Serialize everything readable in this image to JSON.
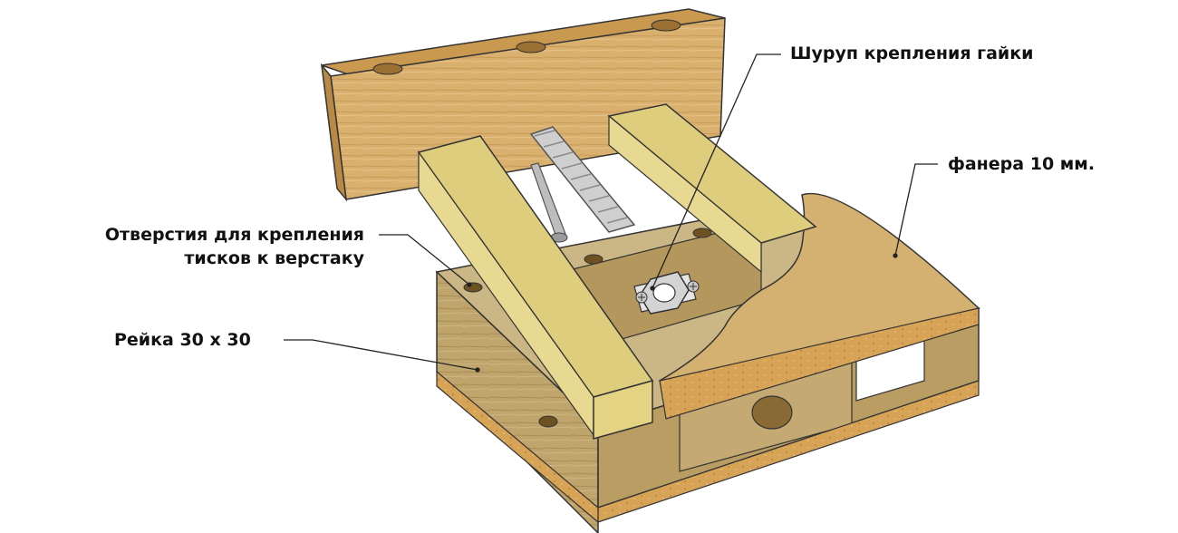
{
  "labels": {
    "nut_screw": "Шуруп крепления гайки",
    "plywood": "фанера 10 мм.",
    "holes_line1": "Отверстия для крепления",
    "holes_line2": "тисков к верстаку",
    "rail": "Рейка 30 х 30"
  },
  "colors": {
    "wood_light": "#e3bf7c",
    "wood_mid": "#cfa360",
    "rail_yellow": "#e3d383",
    "base_wood": "#c8b07a",
    "plywood_edge": "#d6a45a",
    "screw_steel": "#c9c9c9",
    "leader_line": "#222222"
  }
}
